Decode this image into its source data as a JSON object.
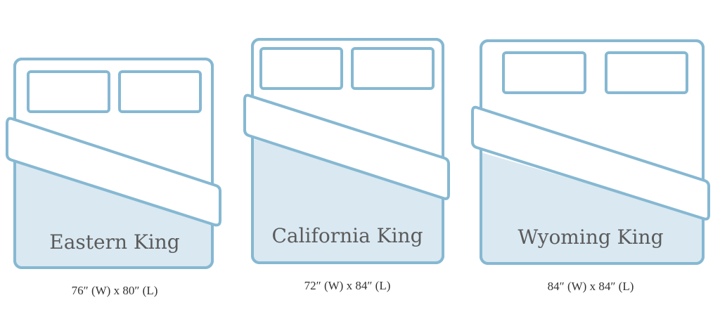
{
  "beds": [
    {
      "name": "Eastern King",
      "dimensions": "76″ (W) x 80″ (L)"
    },
    {
      "name": "California King",
      "dimensions": "72″ (W) x 84″ (L)"
    },
    {
      "name": "Wyoming King",
      "dimensions": "84″ (W) x 84″ (L)"
    }
  ],
  "colors": {
    "outline": "#86b8d2",
    "cover_fill": "#d9e8f1",
    "label_text": "#5b5b5b"
  }
}
